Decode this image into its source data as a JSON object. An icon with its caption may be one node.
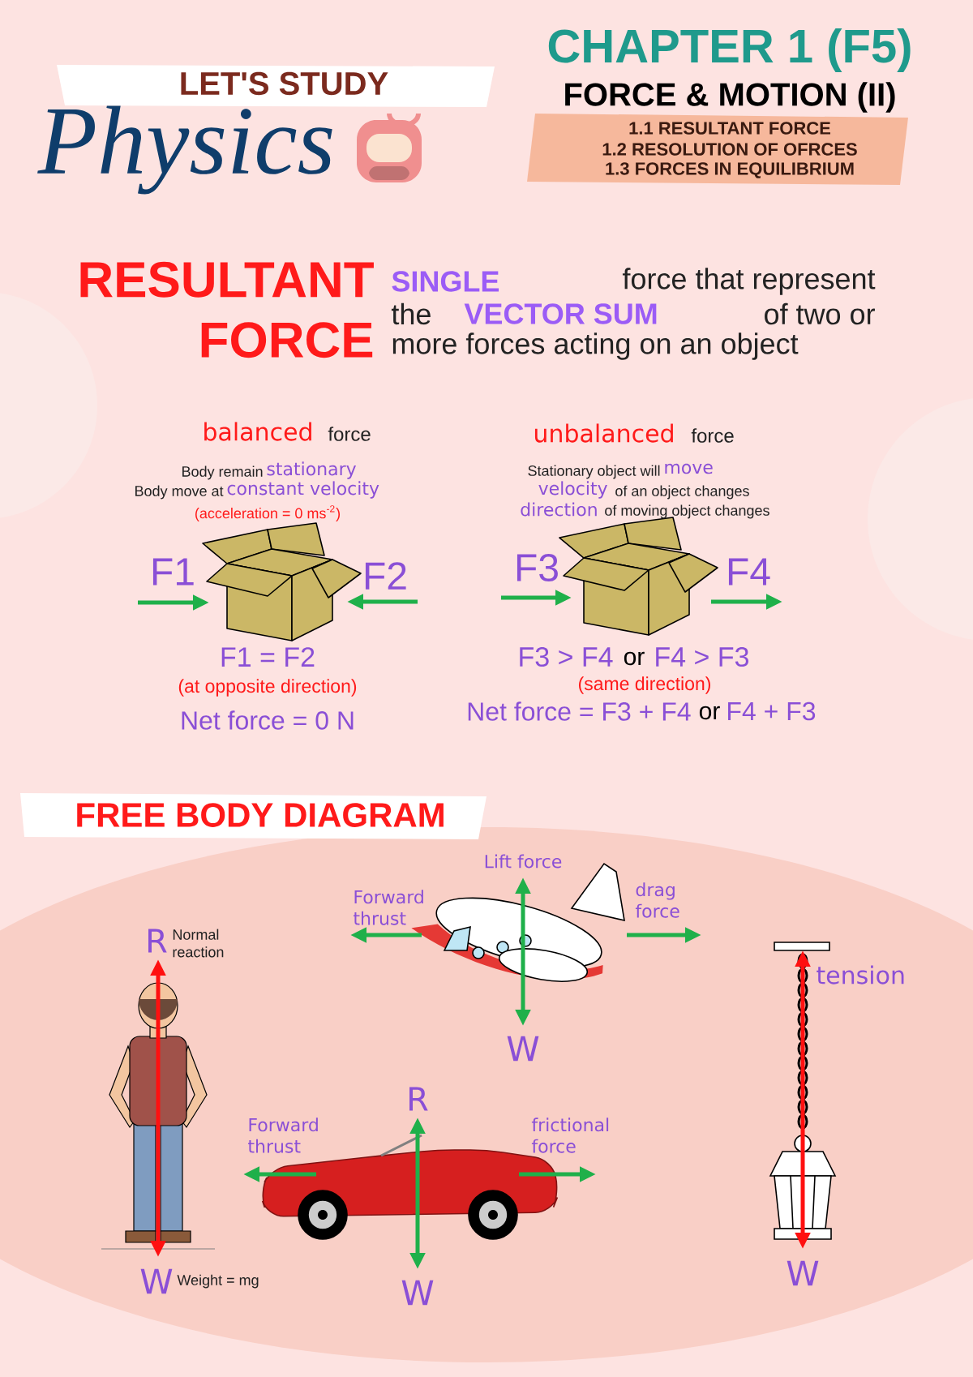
{
  "diagram": {
    "title": "CHAPTER 1 (F5)",
    "labels": [
      "LET'S STUDY",
      "Physics",
      "FORCE & MOTION (II)",
      "1.1 RESULTANT FORCE",
      "1.2 RESOLUTION OF OFRCES",
      "1.3 FORCES IN EQUILIBRIUM",
      "RESULTANT FORCE",
      "SINGLE",
      "force that represent",
      "the",
      "VECTOR SUM",
      "of two or",
      "more forces acting on an object",
      "balanced",
      "force",
      "Body remain",
      "stationary",
      "Body move at",
      "constant velocity",
      "(acceleration = 0 ms$^{-2}$)",
      "F1",
      "F2",
      "F1 = F2",
      "(at opposite direction)",
      "Net force = 0 N",
      "unbalanced",
      "force",
      "Stationary object will",
      "move",
      "velocity",
      "of an object changes",
      "direction",
      "of moving object changes",
      "F3",
      "F4",
      "F3 > F4",
      "or",
      "F4 > F3",
      "(same direction)",
      "Net force = F3 + F4",
      "or",
      "F4 + F3",
      "FREE BODY DIAGRAM",
      "R",
      "Normal reaction",
      "W",
      "Weight = mg",
      "Lift force",
      "Forward thrust",
      "drag force",
      "W",
      "tension",
      "W",
      "R",
      "Forward thrust",
      "frictional force",
      "W"
    ]
  }
}
